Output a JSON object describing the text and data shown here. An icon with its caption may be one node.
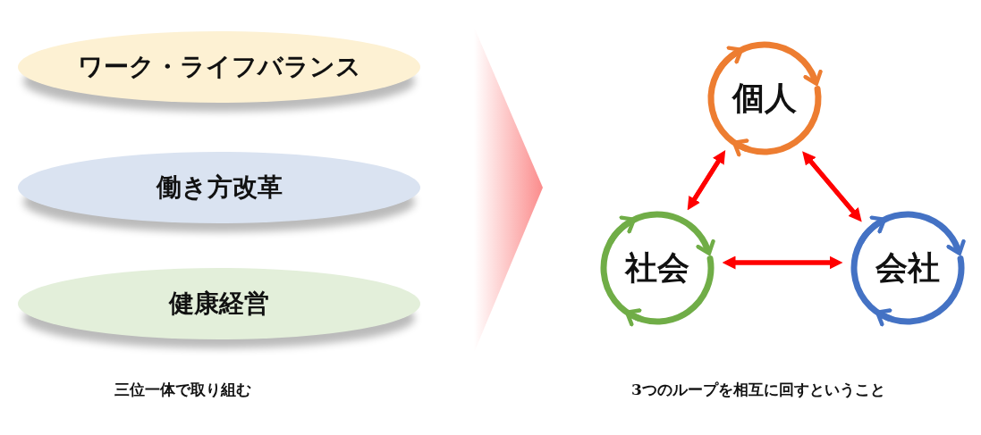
{
  "diagram": {
    "nodes": [
      {
        "text": [
          "ワーク・ライフバランス"
        ]
      },
      {
        "text": [
          "働き方改革"
        ]
      },
      {
        "text": [
          "健康経営"
        ]
      },
      {
        "text": [
          "個人"
        ]
      },
      {
        "text": [
          "会社"
        ]
      },
      {
        "text": [
          "社会"
        ]
      }
    ],
    "edges": [
      {
        "from": 3,
        "to": 4,
        "arrow": "to"
      },
      {
        "from": 4,
        "to": 3,
        "arrow": "to"
      },
      {
        "from": 4,
        "to": 5,
        "arrow": "to"
      },
      {
        "from": 5,
        "to": 4,
        "arrow": "to"
      },
      {
        "from": 5,
        "to": 3,
        "arrow": "to"
      },
      {
        "from": 3,
        "to": 5,
        "arrow": "to"
      }
    ],
    "labels": [
      "三位一体で取り組む",
      "3つのループを相互に回すということ"
    ]
  }
}
